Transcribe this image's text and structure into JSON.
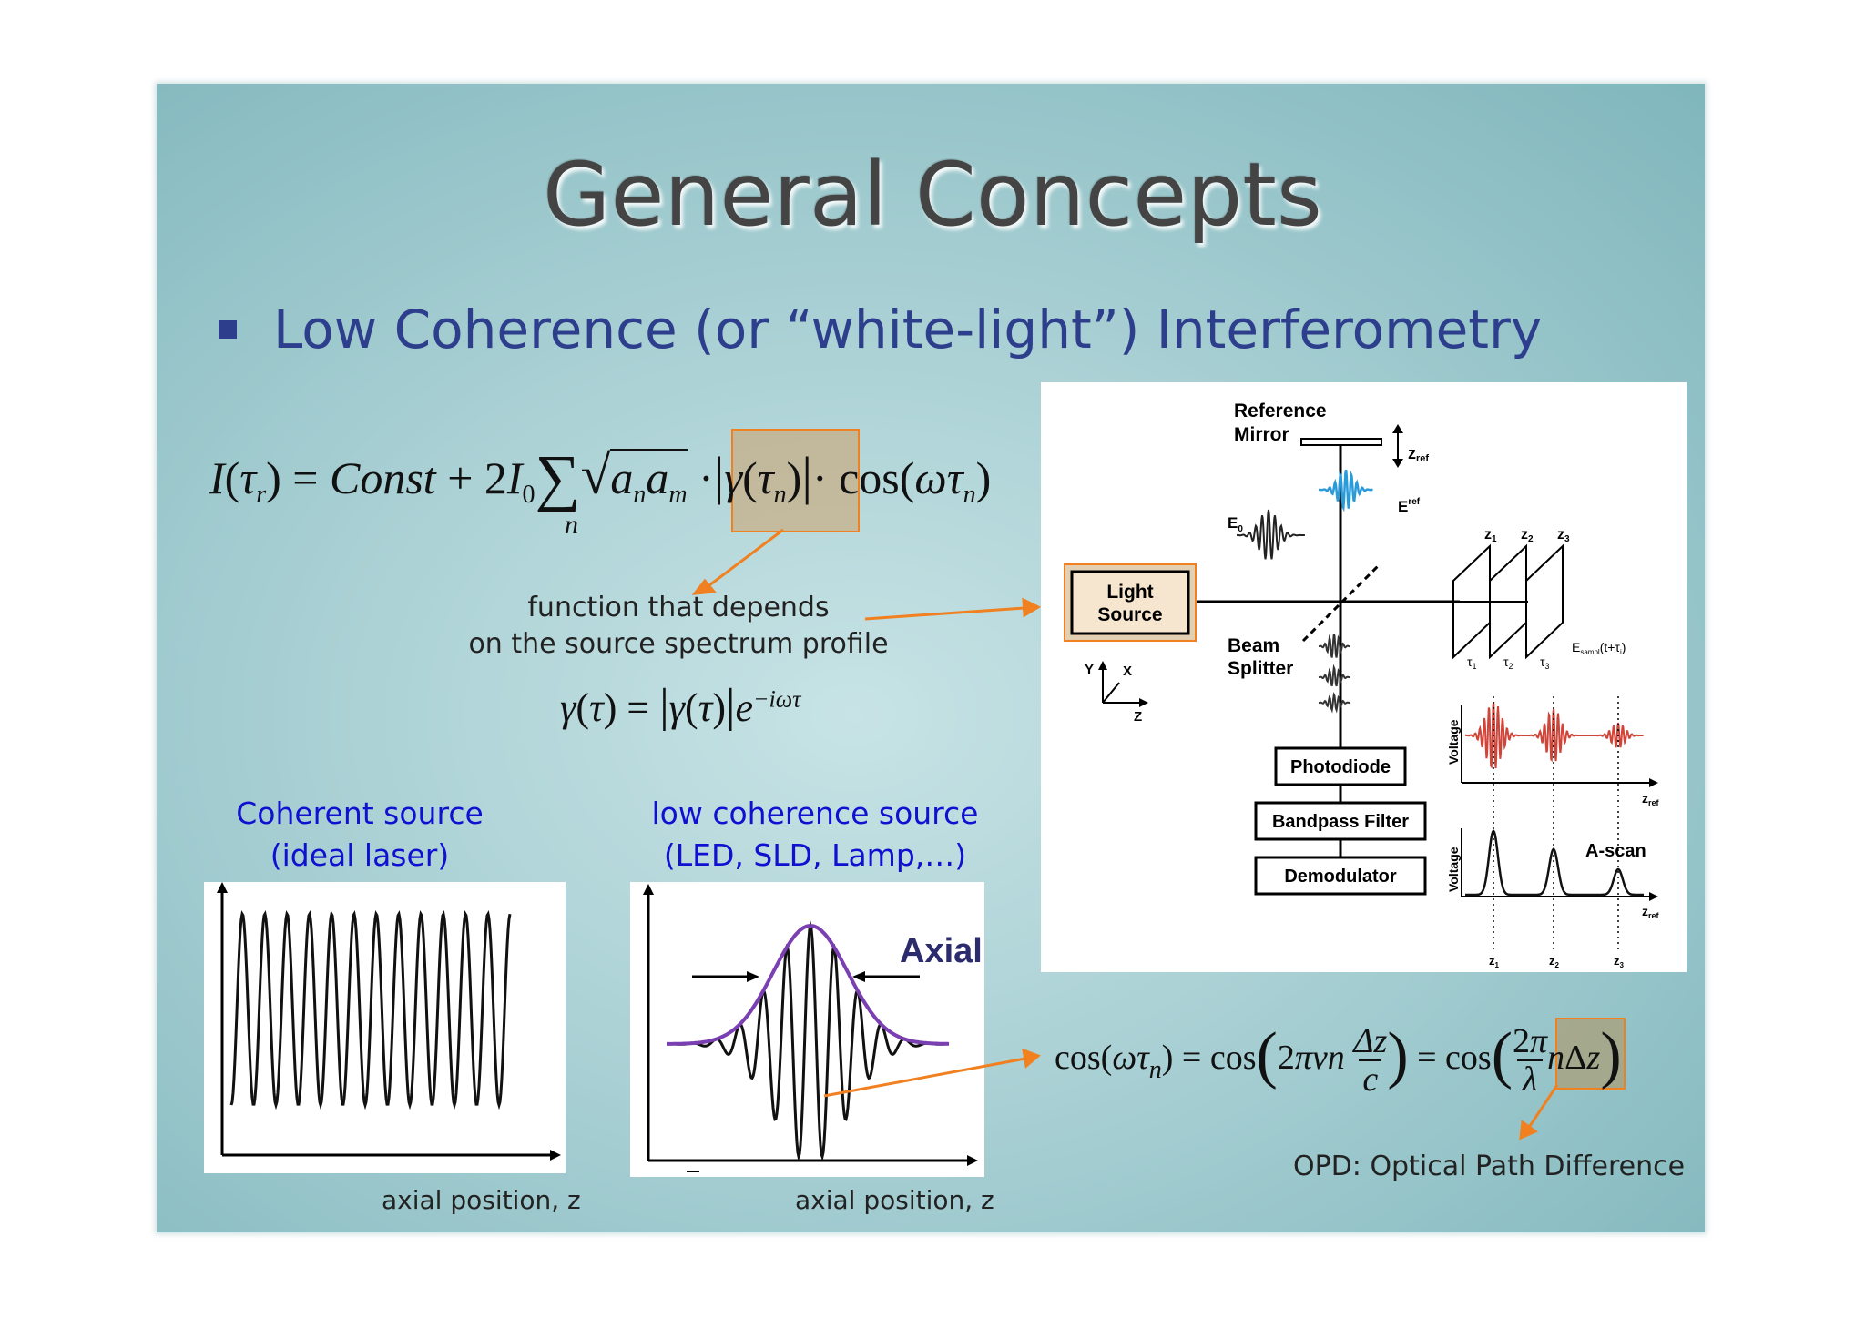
{
  "slide": {
    "title": "General Concepts",
    "bullet": "Low Coherence (or “white-light”) Interferometry"
  },
  "equations": {
    "main": "I(τr) = Const + 2I0 Σn √(an am) · |γ(τn)| · cos(ωτn)",
    "gamma": "γ(τ) = |γ(τ)| e^(−iωτ)",
    "opd": "cos(ωτn) = cos(2πνn Δz/c) = cos(2π/λ nΔz)"
  },
  "annotations": {
    "function_note_line1": "function that depends",
    "function_note_line2": "on the source spectrum profile",
    "opd_label": "OPD: Optical Path Difference"
  },
  "sources": {
    "coherent_line1": "Coherent source",
    "coherent_line2": "(ideal laser)",
    "low_line1": "low coherence source",
    "low_line2": "(LED, SLD, Lamp,…)",
    "axial_axis_label": "axial position, z",
    "axial_word": "Axial"
  },
  "diagram": {
    "reference_mirror_1": "Reference",
    "reference_mirror_2": "Mirror",
    "z_ref": "z",
    "z_ref_sub": "ref",
    "e0": "E",
    "e0_sub": "0",
    "e0_ref": "E",
    "e0_ref_sup": "ref",
    "light_source_1": "Light",
    "light_source_2": "Source",
    "beam_splitter_1": "Beam",
    "beam_splitter_2": "Splitter",
    "photodiode": "Photodiode",
    "bandpass_filter": "Bandpass Filter",
    "demodulator": "Demodulator",
    "voltage": "Voltage",
    "a_scan": "A-scan",
    "e_sample": "E",
    "e_sample_sub": "sampl",
    "e_sample_arg": "(t+τ",
    "e_sample_arg_sub": "i",
    "e_sample_close": ")",
    "z1": "z",
    "z1_sub": "1",
    "z2": "z",
    "z2_sub": "2",
    "z3": "z",
    "z3_sub": "3",
    "tau1": "τ",
    "tau1_sub": "1",
    "tau2": "τ",
    "tau2_sub": "2",
    "tau3": "τ",
    "tau3_sub": "3",
    "axis_x": "X",
    "axis_y": "Y",
    "axis_z": "Z"
  },
  "colors": {
    "slide_bg": "#a9d0d4",
    "title": "#444444",
    "bullet": "#2c3e8c",
    "source_label": "#1010d0",
    "highlight_border": "#f08020",
    "arrow": "#f08020",
    "envelope": "#7a3fb0",
    "ref_wave": "#2a9ad8",
    "voltage_wave": "#d0453a"
  }
}
